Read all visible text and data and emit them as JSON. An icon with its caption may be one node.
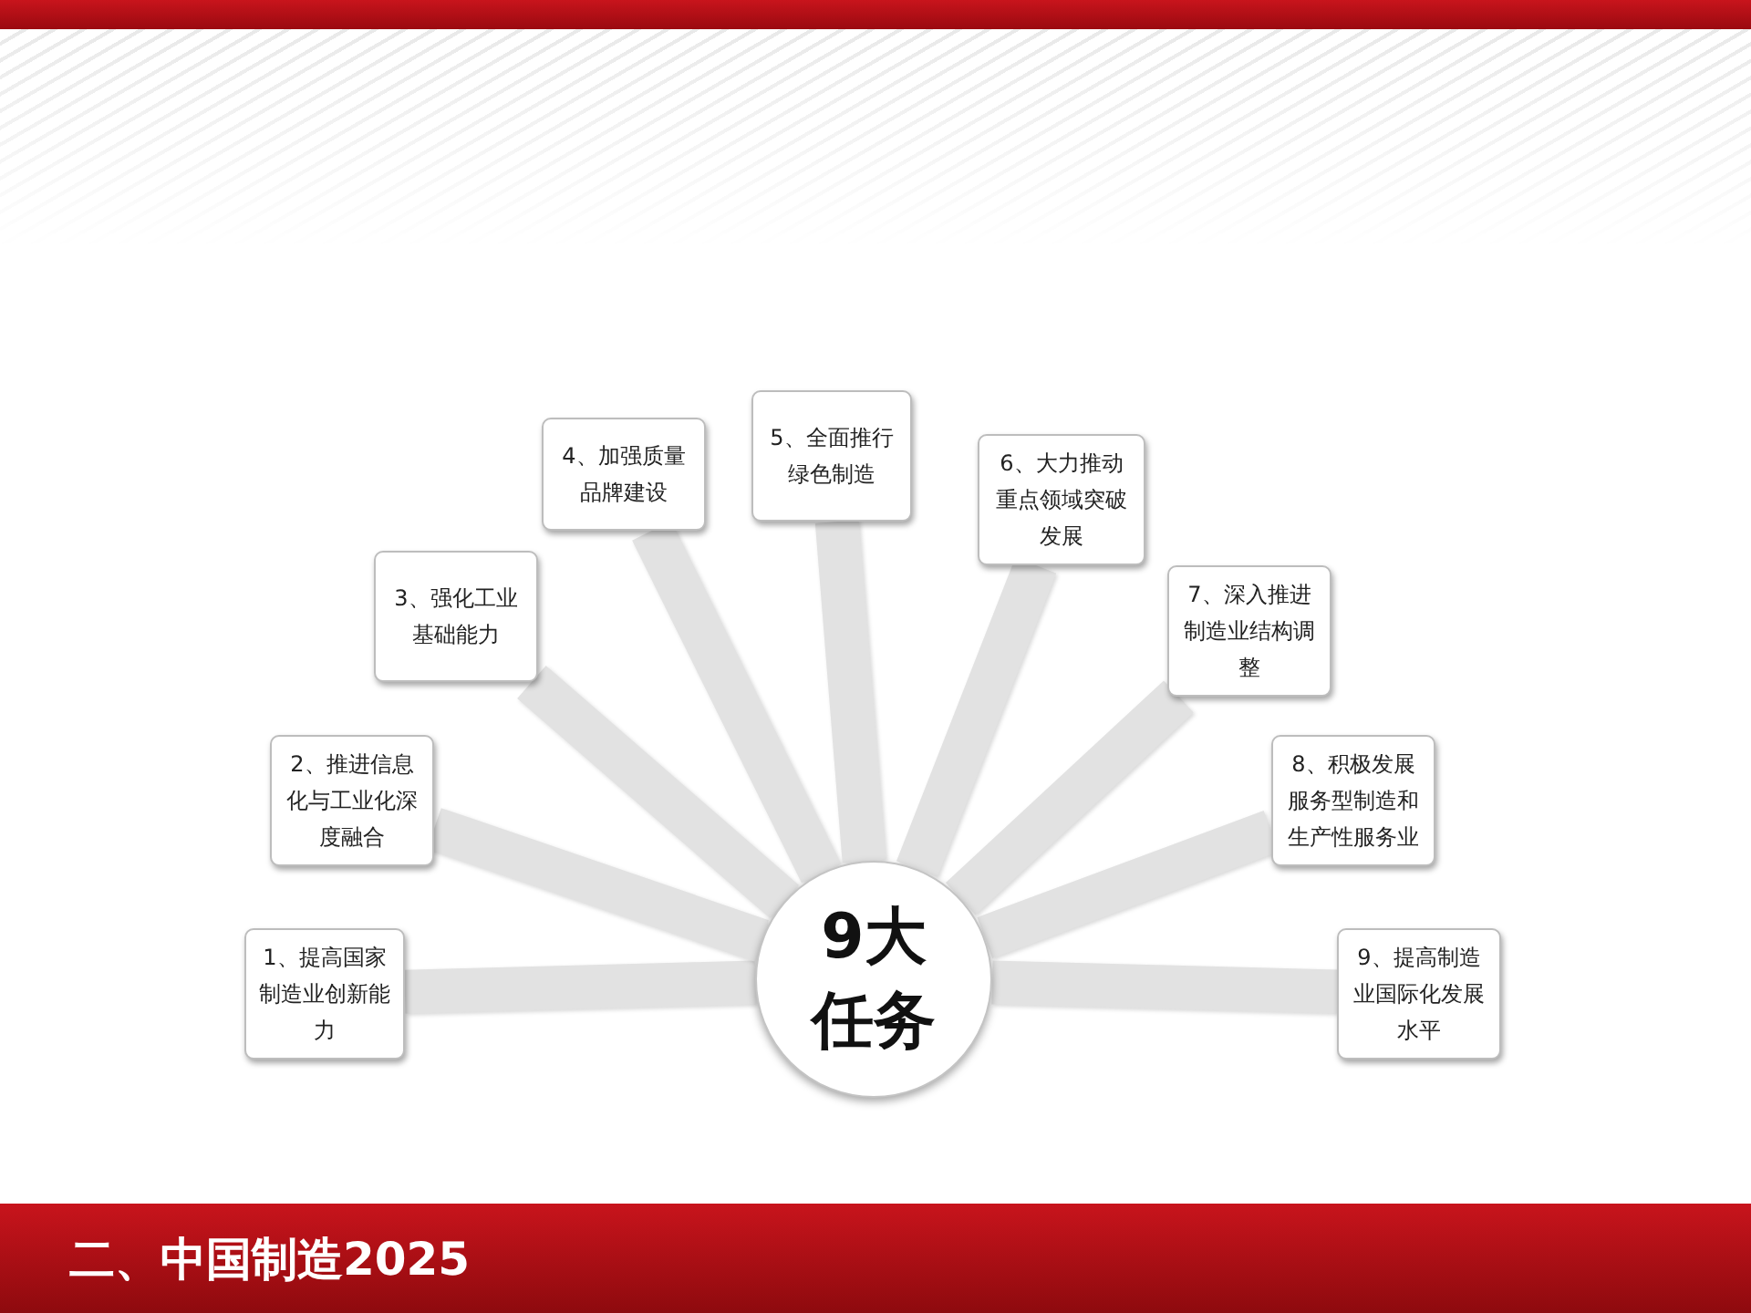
{
  "diagram": {
    "title": "二、中国制造2025",
    "nodes": [
      {
        "text": [
          "9大任务"
        ]
      },
      {
        "text": [
          "1、提高国家制造业创新能力"
        ]
      },
      {
        "text": [
          "2、推进信息化与工业化深度融合"
        ]
      },
      {
        "text": [
          "3、强化工业基础能力"
        ]
      },
      {
        "text": [
          "4、加强质量品牌建设"
        ]
      },
      {
        "text": [
          "5、全面推行绿色制造"
        ]
      },
      {
        "text": [
          "6、大力推动重点领域突破发展"
        ]
      },
      {
        "text": [
          "7、深入推进制造业结构调整"
        ]
      },
      {
        "text": [
          "8、积极发展服务型制造和生产性服务业"
        ]
      },
      {
        "text": [
          "9、提高制造业国际化发展水平"
        ]
      }
    ],
    "edges": [
      {
        "from": 0,
        "to": 1,
        "arrow": "none"
      },
      {
        "from": 0,
        "to": 2,
        "arrow": "none"
      },
      {
        "from": 0,
        "to": 3,
        "arrow": "none"
      },
      {
        "from": 0,
        "to": 4,
        "arrow": "none"
      },
      {
        "from": 0,
        "to": 5,
        "arrow": "none"
      },
      {
        "from": 0,
        "to": 6,
        "arrow": "none"
      },
      {
        "from": 0,
        "to": 7,
        "arrow": "none"
      },
      {
        "from": 0,
        "to": 8,
        "arrow": "none"
      },
      {
        "from": 0,
        "to": 9,
        "arrow": "none"
      }
    ]
  }
}
